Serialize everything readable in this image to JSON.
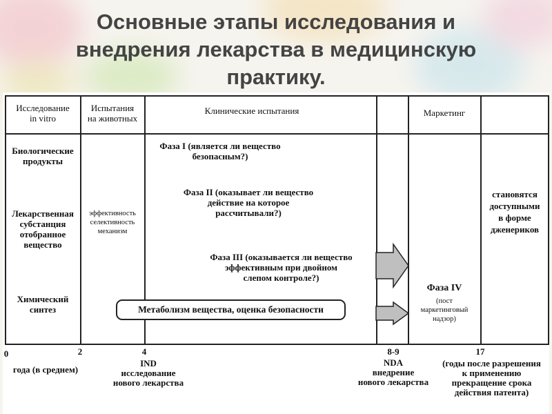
{
  "title": {
    "line1": "Основные этапы исследования и",
    "line2": "внедрения лекарства в медицинскую",
    "line3": "практику."
  },
  "columns": {
    "in_vitro": [
      "Исследование",
      "in vitro"
    ],
    "animals": [
      "Испытания",
      "на животных"
    ],
    "clinical": "Клинические испытания",
    "marketing": "Маркетинг"
  },
  "sources": {
    "bio": [
      "Биологические",
      "продукты"
    ],
    "substance": [
      "Лекарственная",
      "субстанция",
      "отобранное",
      "вещество"
    ],
    "chem": [
      "Химический",
      "синтез"
    ]
  },
  "animal_tests": [
    "эффективность",
    "селективность",
    "механизм"
  ],
  "phases": {
    "phase1": [
      "Фаза I  (является ли вещество",
      "безопасным?)"
    ],
    "phase2": [
      "Фаза II  (оказывает ли вещество",
      "действие  на которое",
      "рассчитывали?)"
    ],
    "phase3": [
      "Фаза III  (оказывается ли вещество",
      "эффективным при двойном",
      "слепом контроле?)"
    ],
    "phase4_title": "Фаза IV",
    "phase4_note": [
      "(пост",
      "маркетинговый",
      "надзор)"
    ]
  },
  "metabolism": "Метаболизм вещества, оценка  безопасности",
  "generics": [
    "становятся",
    "доступными",
    "в форме",
    "дженериков"
  ],
  "axis": {
    "t0": "0",
    "t2": "2",
    "t4": "4",
    "t89": "8-9",
    "t17": "17",
    "years_label": "года (в среднем)",
    "ind": [
      "IND",
      "исследование",
      "нового лекарства"
    ],
    "nda": [
      "NDA",
      "внедрение",
      "нового лекарства"
    ],
    "patent": [
      "(годы после разрешения",
      "к  применению",
      "прекращение срока",
      "действия патента)"
    ]
  }
}
